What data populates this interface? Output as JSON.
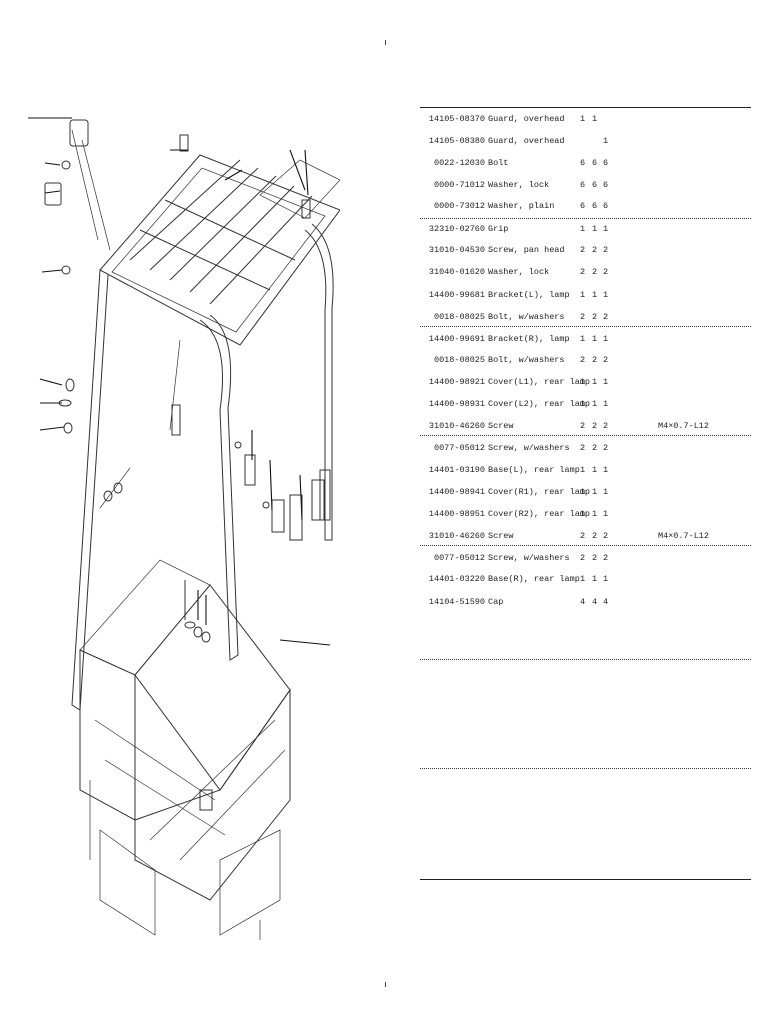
{
  "parts": {
    "rows": [
      {
        "part": "14105-08370",
        "name": "Guard, overhead",
        "q1": "1",
        "q2": "1",
        "q3": "",
        "remark": ""
      },
      {
        "part": "14105-08380",
        "name": "Guard, overhead",
        "q1": "",
        "q2": "",
        "q3": "1",
        "remark": ""
      },
      {
        "part": "0022-12030",
        "name": "Bolt",
        "q1": "6",
        "q2": "6",
        "q3": "6",
        "remark": ""
      },
      {
        "part": "0000-71012",
        "name": "Washer, lock",
        "q1": "6",
        "q2": "6",
        "q3": "6",
        "remark": ""
      },
      {
        "part": "0000-73012",
        "name": "Washer, plain",
        "q1": "6",
        "q2": "6",
        "q3": "6",
        "remark": ""
      },
      {
        "part": "32310-02760",
        "name": "Grip",
        "q1": "1",
        "q2": "1",
        "q3": "1",
        "remark": ""
      },
      {
        "part": "31010-04530",
        "name": "Screw, pan head",
        "q1": "2",
        "q2": "2",
        "q3": "2",
        "remark": ""
      },
      {
        "part": "31040-01620",
        "name": "Washer, lock",
        "q1": "2",
        "q2": "2",
        "q3": "2",
        "remark": ""
      },
      {
        "part": "14400-99681",
        "name": "Bracket(L), lamp",
        "q1": "1",
        "q2": "1",
        "q3": "1",
        "remark": ""
      },
      {
        "part": "0018-08025",
        "name": "Bolt, w/washers",
        "q1": "2",
        "q2": "2",
        "q3": "2",
        "remark": ""
      },
      {
        "part": "14400-99691",
        "name": "Bracket(R), lamp",
        "q1": "1",
        "q2": "1",
        "q3": "1",
        "remark": ""
      },
      {
        "part": "0018-08025",
        "name": "Bolt, w/washers",
        "q1": "2",
        "q2": "2",
        "q3": "2",
        "remark": ""
      },
      {
        "part": "14400-98921",
        "name": "Cover(L1), rear lamp",
        "q1": "1",
        "q2": "1",
        "q3": "1",
        "remark": ""
      },
      {
        "part": "14400-98931",
        "name": "Cover(L2), rear lamp",
        "q1": "1",
        "q2": "1",
        "q3": "1",
        "remark": ""
      },
      {
        "part": "31010-46260",
        "name": "Screw",
        "q1": "2",
        "q2": "2",
        "q3": "2",
        "remark": "M4×0.7-L12"
      },
      {
        "part": "0077-05012",
        "name": "Screw, w/washers",
        "q1": "2",
        "q2": "2",
        "q3": "2",
        "remark": ""
      },
      {
        "part": "14401-03190",
        "name": "Base(L), rear lamp",
        "q1": "1",
        "q2": "1",
        "q3": "1",
        "remark": ""
      },
      {
        "part": "14400-98941",
        "name": "Cover(R1), rear lamp",
        "q1": "1",
        "q2": "1",
        "q3": "1",
        "remark": ""
      },
      {
        "part": "14400-98951",
        "name": "Cover(R2), rear lamp",
        "q1": "1",
        "q2": "1",
        "q3": "1",
        "remark": ""
      },
      {
        "part": "31010-46260",
        "name": "Screw",
        "q1": "2",
        "q2": "2",
        "q3": "2",
        "remark": "M4×0.7-L12"
      },
      {
        "part": "0077-05012",
        "name": "Screw, w/washers",
        "q1": "2",
        "q2": "2",
        "q3": "2",
        "remark": ""
      },
      {
        "part": "14401-03220",
        "name": "Base(R), rear lamp",
        "q1": "1",
        "q2": "1",
        "q3": "1",
        "remark": ""
      },
      {
        "part": "14104-51590",
        "name": "Cap",
        "q1": "4",
        "q2": "4",
        "q3": "4",
        "remark": ""
      }
    ]
  }
}
